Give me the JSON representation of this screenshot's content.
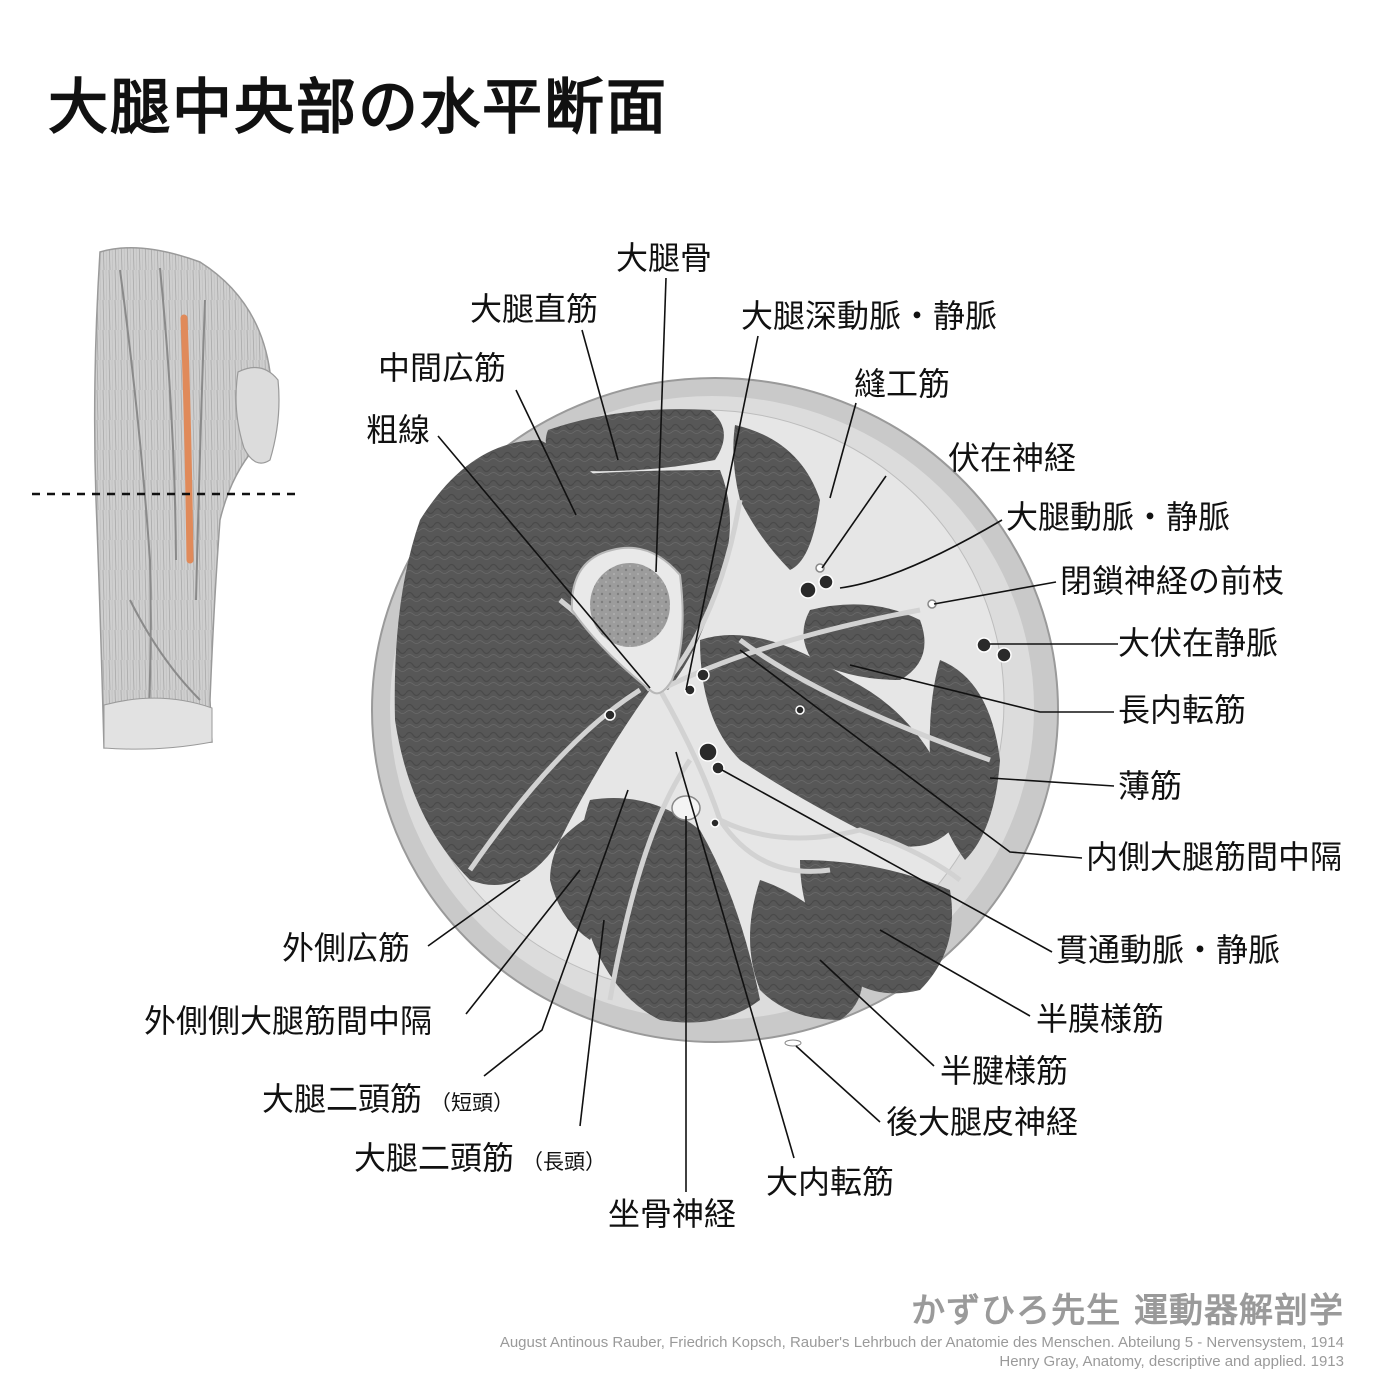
{
  "title": "大腿中央部の水平断面",
  "labels": {
    "femur": "大腿骨",
    "rectus_femoris": "大腿直筋",
    "deep_femoral_vessels": "大腿深動脈・静脈",
    "vastus_intermedius": "中間広筋",
    "sartorius": "縫工筋",
    "linea_aspera": "粗線",
    "saphenous_nerve": "伏在神経",
    "femoral_vessels": "大腿動脈・静脈",
    "obturator_anterior_branch": "閉鎖神経の前枝",
    "great_saphenous_vein": "大伏在静脈",
    "adductor_longus": "長内転筋",
    "gracilis": "薄筋",
    "medial_intermuscular_septum": "内側大腿筋間中隔",
    "perforating_vessels": "貫通動脈・静脈",
    "vastus_lateralis": "外側広筋",
    "lateral_intermuscular_septum": "外側側大腿筋間中隔",
    "semimembranosus": "半膜様筋",
    "semitendinosus": "半腱様筋",
    "biceps_short": "大腿二頭筋",
    "biceps_short_sub": "（短頭）",
    "posterior_femoral_cutaneous": "後大腿皮神経",
    "biceps_long": "大腿二頭筋",
    "biceps_long_sub": "（長頭）",
    "adductor_magnus": "大内転筋",
    "sciatic_nerve": "坐骨神経"
  },
  "footer": {
    "brand": "かずひろ先生 運動器解剖学",
    "credit_1": "August Antinous Rauber, Friedrich Kopsch, Rauber's Lehrbuch der Anatomie des Menschen. Abteilung 5 -  Nervensystem, 1914",
    "credit_2": "Henry Gray, Anatomy, descriptive and applied. 1913"
  },
  "colors": {
    "muscle": "#5a5a5a",
    "muscle_dark": "#454545",
    "fascia": "#d6d6d6",
    "skin": "#c8c8c8",
    "bone": "#e8e8e8",
    "marrow": "#9a9a9a",
    "artery": "#e08a5a",
    "text": "#111111",
    "credit": "#9a9a9a"
  }
}
